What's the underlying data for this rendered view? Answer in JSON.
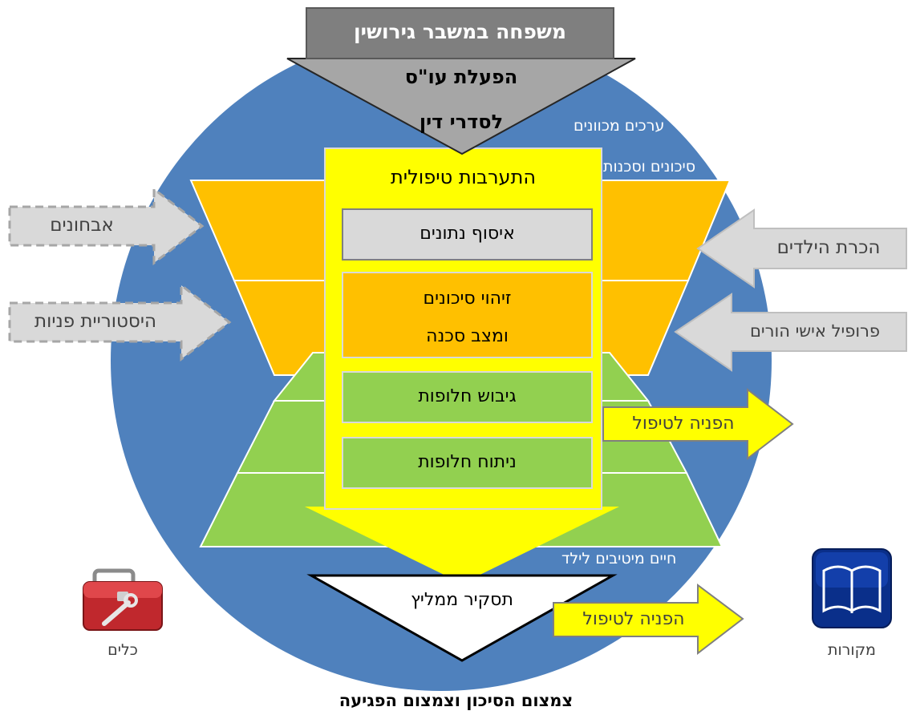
{
  "header": {
    "top_box": "משפחה במשבר גירושין",
    "funnel_line1": "הפעלת עו\"ס",
    "funnel_line2": "לסדרי דין"
  },
  "circle_labels": {
    "values": "ערכים מכוונים",
    "risks": "סיכונים וסכנות",
    "wellbeing": "חיים מיטיבים לילד"
  },
  "center": {
    "title": "התערבות טיפולית",
    "steps": [
      {
        "line1": "איסוף נתונים",
        "line2": ""
      },
      {
        "line1": "זיהוי סיכונים",
        "line2": "ומצב סכנה"
      },
      {
        "line1": "גיבוש חלופות",
        "line2": ""
      },
      {
        "line1": "ניתוח חלופות",
        "line2": ""
      }
    ],
    "result": "תסקיר ממליץ"
  },
  "left_arrows": [
    "אבחונים",
    "היסטוריית פניות"
  ],
  "right_arrows": [
    "הכרת הילדים",
    "פרופיל אישי הורים"
  ],
  "referrals": [
    "הפניה לטיפול",
    "הפניה לטיפול"
  ],
  "icons": {
    "tools": {
      "name": "toolbox-icon",
      "label": "כלים"
    },
    "sources": {
      "name": "book-icon",
      "label": "מקורות"
    }
  },
  "caption": "צמצום הסיכון וצמצום הפגיעה",
  "colors": {
    "circle": "#4f81bd",
    "orange": "#ffc000",
    "green": "#92d050",
    "yellow": "#ffff00",
    "gray_box": "#7f7f7f",
    "gray_funnel": "#a6a6a6",
    "light_gray": "#d9d9d9"
  }
}
